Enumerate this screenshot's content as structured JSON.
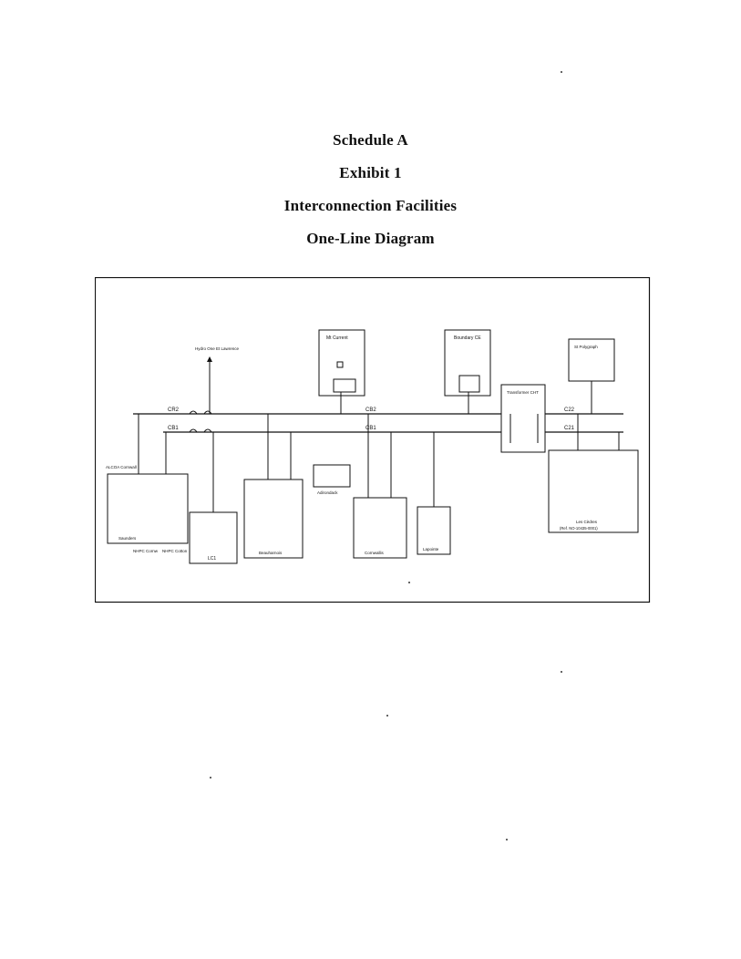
{
  "title_lines": [
    "Schedule A",
    "Exhibit 1",
    "Interconnection Facilities",
    "One-Line Diagram"
  ],
  "diagram": {
    "labels": {
      "top_left_feed": "Hydro One Et Lawrence",
      "bus_upper_left": "CR2",
      "bus_lower_left": "CB1",
      "bus_upper_mid": "CB2",
      "bus_lower_mid": "CB1",
      "bus_upper_right": "C22",
      "bus_lower_right": "C21",
      "box_mid_top": "Mt Current",
      "box_right_top": "Boundary CE",
      "box_right_label": "Transformer CHT",
      "box_far_right": "St Polygraph",
      "left_feed": "ALCOA Cornwall",
      "left_bottom_1": "NHPC Cornw",
      "left_bottom_2": "NHPC Cotton",
      "left_station": "Saunders",
      "lc1": "LC1",
      "box_center_bottom": "Beauharnois",
      "adirondack": "Adirondack",
      "box_cornwall": "Cornwallis",
      "box_lapointe": "Lapointe",
      "box_right_bottom": "Les Cèdres",
      "box_right_bottom_ref": "(Ref. NO-10435-0001)"
    }
  }
}
